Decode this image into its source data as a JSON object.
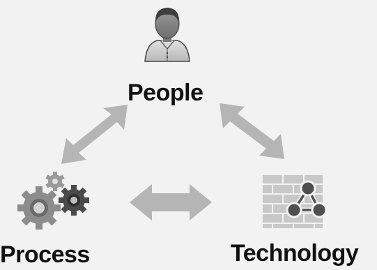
{
  "nodes": {
    "people": {
      "label": "People",
      "icon": "person-icon"
    },
    "process": {
      "label": "Process",
      "icon": "gears-icon"
    },
    "technology": {
      "label": "Technology",
      "icon": "brick-network-icon"
    }
  },
  "connections": [
    {
      "from": "people",
      "to": "process",
      "type": "bidirectional"
    },
    {
      "from": "people",
      "to": "technology",
      "type": "bidirectional"
    },
    {
      "from": "process",
      "to": "technology",
      "type": "bidirectional"
    }
  ],
  "colors": {
    "background": "#f2f2f2",
    "arrow": "#b5b5b5",
    "icon_dark": "#5a5a5a",
    "icon_mid": "#8c8c8c",
    "icon_light": "#c8c8c8",
    "text": "#111111"
  }
}
